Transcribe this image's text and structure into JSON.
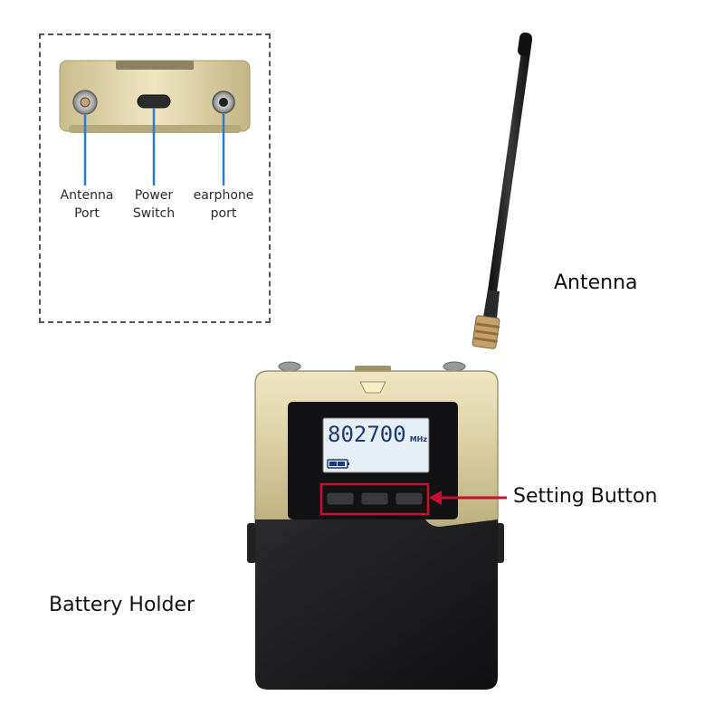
{
  "inset": {
    "ports": [
      {
        "label_line1": "Antenna",
        "label_line2": "Port"
      },
      {
        "label_line1": "Power",
        "label_line2": "Switch"
      },
      {
        "label_line1": "earphone",
        "label_line2": "port"
      }
    ]
  },
  "callouts": {
    "antenna": "Antenna",
    "setting_button": "Setting Button",
    "battery_holder": "Battery Holder"
  },
  "display": {
    "frequency": "802700",
    "unit": "MHz"
  },
  "colors": {
    "gold_body": "#d9d0a8",
    "battery_black": "#1b1b1d",
    "screen_bg": "#e6eef6",
    "leader_blue": "#2a7bd4",
    "highlight_red": "#c8102e"
  }
}
